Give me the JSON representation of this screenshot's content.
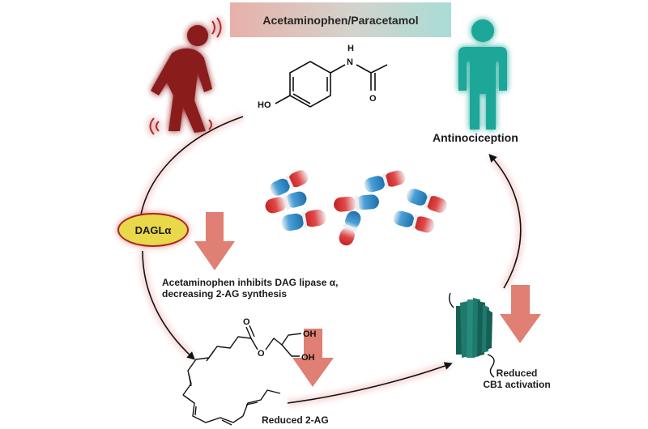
{
  "title": "Acetaminophen/Paracetamol",
  "molecule_labels": {
    "hydroxyl": "HO",
    "amide_h": "H",
    "amide_n": "N",
    "carbonyl_o": "O"
  },
  "lipid_labels": {
    "oh_top": "OH",
    "oh_bottom": "OH",
    "ester_o": "O",
    "carbonyl_o": "O"
  },
  "enzyme": "DAGLα",
  "inhibition_text": {
    "line1": "Acetaminophen inhibits DAG lipase α,",
    "line2": "decreasing 2-AG synthesis"
  },
  "reduced_2ag": "Reduced 2-AG",
  "reduced_cb1": {
    "line1": "Reduced",
    "line2": "CB1 activation"
  },
  "outcome": "Antinociception",
  "colors": {
    "pain_figure": "#8b1a1a",
    "healthy_figure": "#1fa799",
    "down_arrow": "#e07f73",
    "receptor": "#1f7a6d",
    "capsule_red": "#cc2a2a",
    "capsule_blue": "#2a86c0",
    "enzyme_fill": "#e8d84a",
    "enzyme_border": "#a82820"
  },
  "icons": [
    "person-in-pain-icon",
    "healthy-person-icon",
    "pill-capsule-icon",
    "cb1-receptor-icon"
  ]
}
